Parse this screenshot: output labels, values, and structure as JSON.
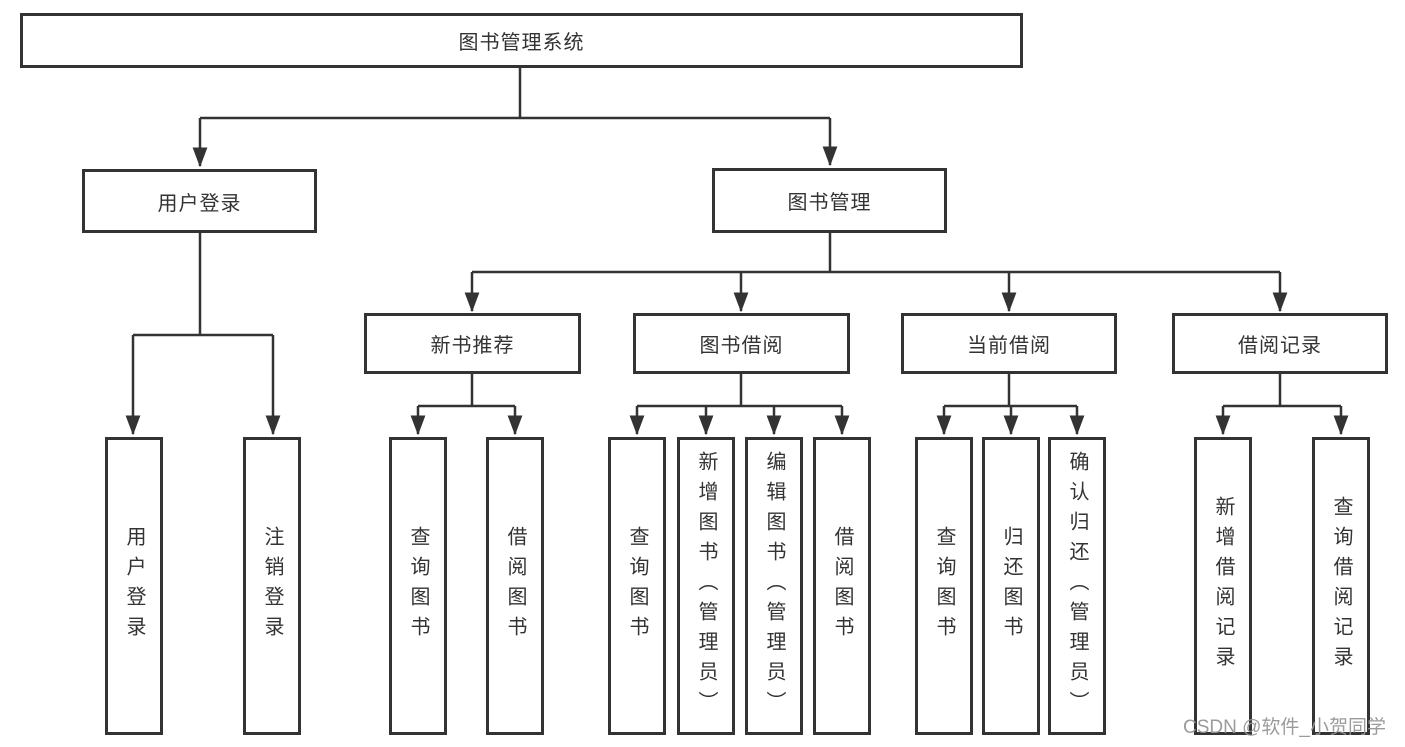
{
  "diagram": {
    "root": "图书管理系统",
    "level2": {
      "user_login": "用户登录",
      "book_mgmt": "图书管理"
    },
    "level3": {
      "new_rec": "新书推荐",
      "borrow": "图书借阅",
      "current": "当前借阅",
      "records": "借阅记录"
    },
    "leaves": {
      "login": "用户登录",
      "logout": "注销登录",
      "rec_query": "查询图书",
      "rec_borrow": "借阅图书",
      "bor_query": "查询图书",
      "bor_add": "新增图书（管理员）",
      "bor_edit": "编辑图书（管理员）",
      "bor_borrow": "借阅图书",
      "cur_query": "查询图书",
      "cur_return": "归还图书",
      "cur_confirm": "确认归还（管理员）",
      "recd_add": "新增借阅记录",
      "recd_query": "查询借阅记录"
    }
  },
  "watermark": "CSDN @软件_小贺同学",
  "colors": {
    "line": "#333333",
    "border": "#333333",
    "text": "#333333",
    "watermark": "#969696"
  }
}
